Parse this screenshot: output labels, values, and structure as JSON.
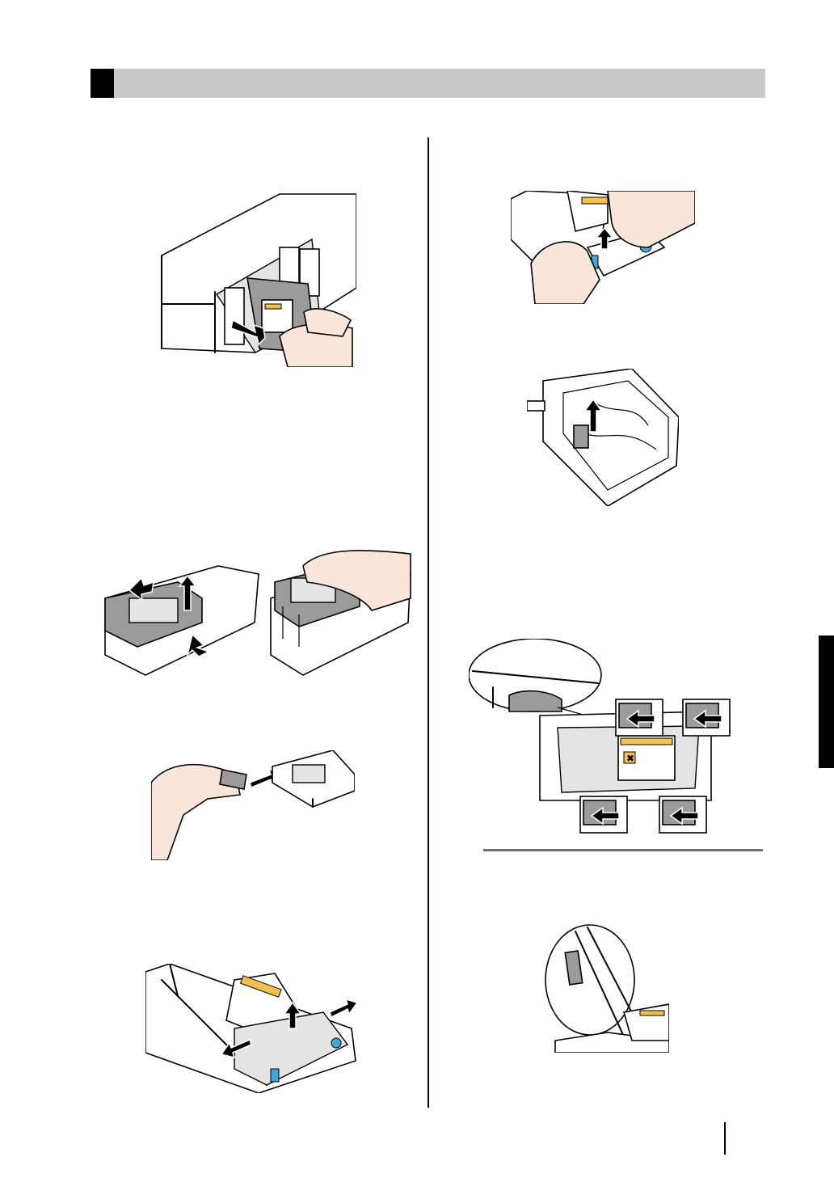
{
  "header": {
    "title": ""
  },
  "figures": [
    {
      "name": "figure-remove-ink-pack",
      "icon": "ink-cartridge-removal-illustration"
    },
    {
      "name": "figure-lift-tray-cover",
      "icon": "tray-cover-illustration"
    },
    {
      "name": "figure-remove-clip",
      "icon": "clip-removal-illustration"
    },
    {
      "name": "figure-tray-with-pack",
      "icon": "ink-tray-illustration"
    },
    {
      "name": "figure-peel-label",
      "icon": "label-peel-illustration"
    },
    {
      "name": "figure-lift-bag",
      "icon": "ink-bag-illustration"
    },
    {
      "name": "figure-hooks-detail",
      "icon": "hook-engagement-illustration"
    },
    {
      "name": "figure-tab-detail",
      "icon": "tab-detail-illustration"
    }
  ],
  "colors": {
    "header_bar": "#c8c8c8",
    "side_tab": "#000000",
    "warning_label": "#f2c14a",
    "ink_label_blue": "#3fa9d9"
  }
}
